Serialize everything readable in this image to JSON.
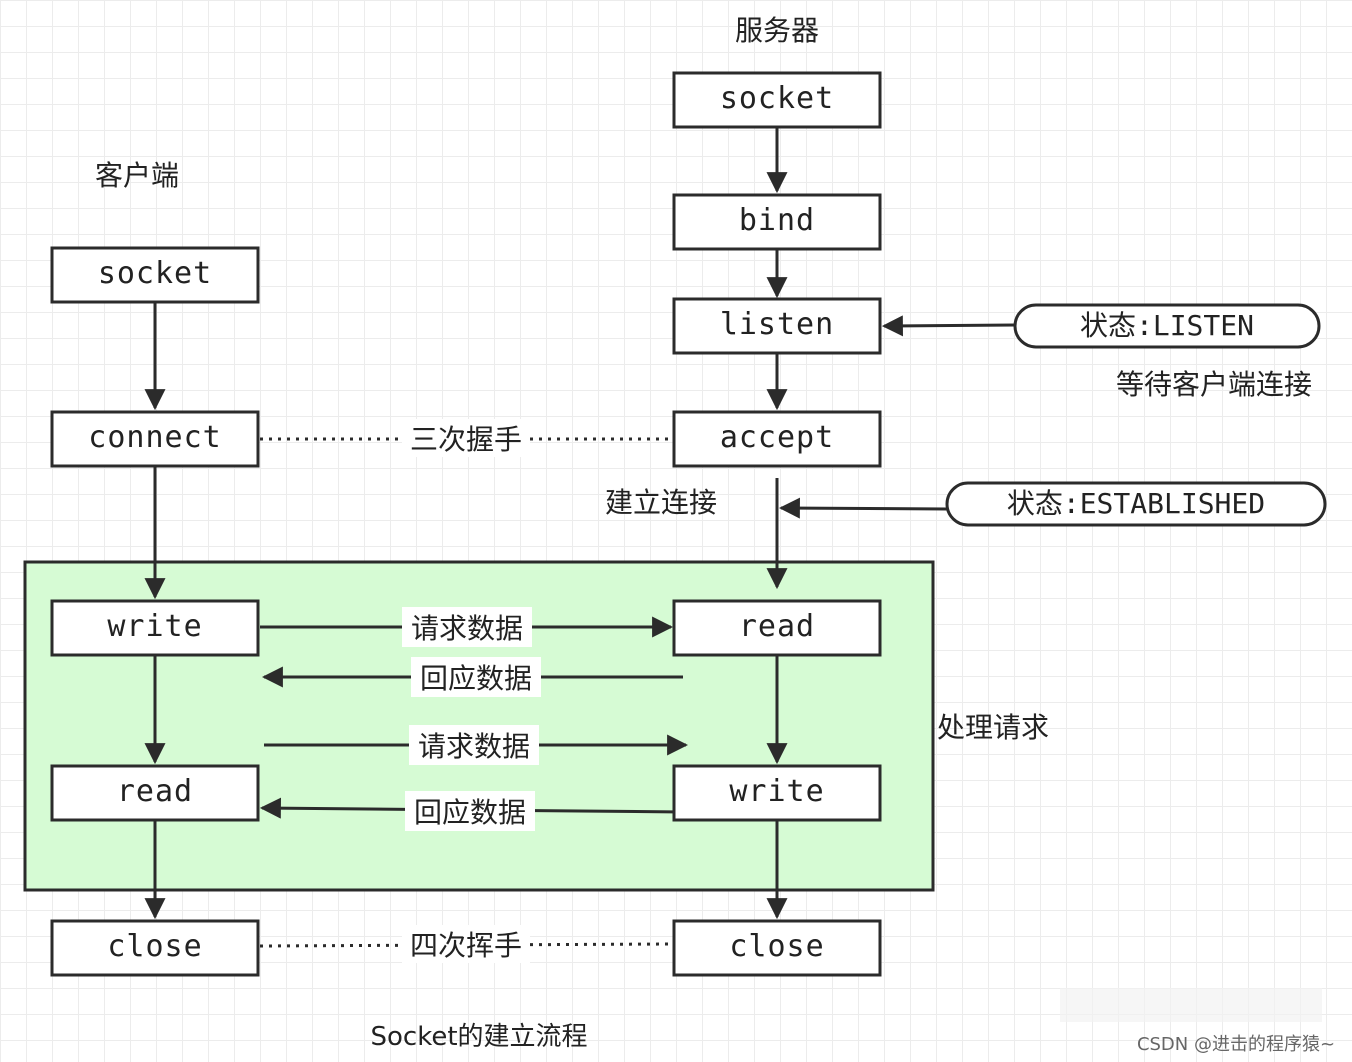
{
  "titles": {
    "server": "服务器",
    "client": "客户端"
  },
  "boxes": {
    "server_socket": "socket",
    "server_bind": "bind",
    "server_listen": "listen",
    "server_accept": "accept",
    "server_read": "read",
    "server_write": "write",
    "server_close": "close",
    "client_socket": "socket",
    "client_connect": "connect",
    "client_write": "write",
    "client_read": "read",
    "client_close": "close"
  },
  "states": {
    "listen_state": "状态:LISTEN",
    "listen_note": "等待客户端连接",
    "established_state": "状态:ESTABLISHED"
  },
  "labels": {
    "handshake": "三次握手",
    "established": "建立连接",
    "request1": "请求数据",
    "response1": "回应数据",
    "request2": "请求数据",
    "response2": "回应数据",
    "process": "处理请求",
    "wave": "四次挥手"
  },
  "caption": "Socket的建立流程",
  "watermark": "CSDN @进击的程序猿~",
  "colors": {
    "process_area": "#d6fbd4",
    "stroke": "#2b2b2b",
    "grid": "#ececec"
  }
}
